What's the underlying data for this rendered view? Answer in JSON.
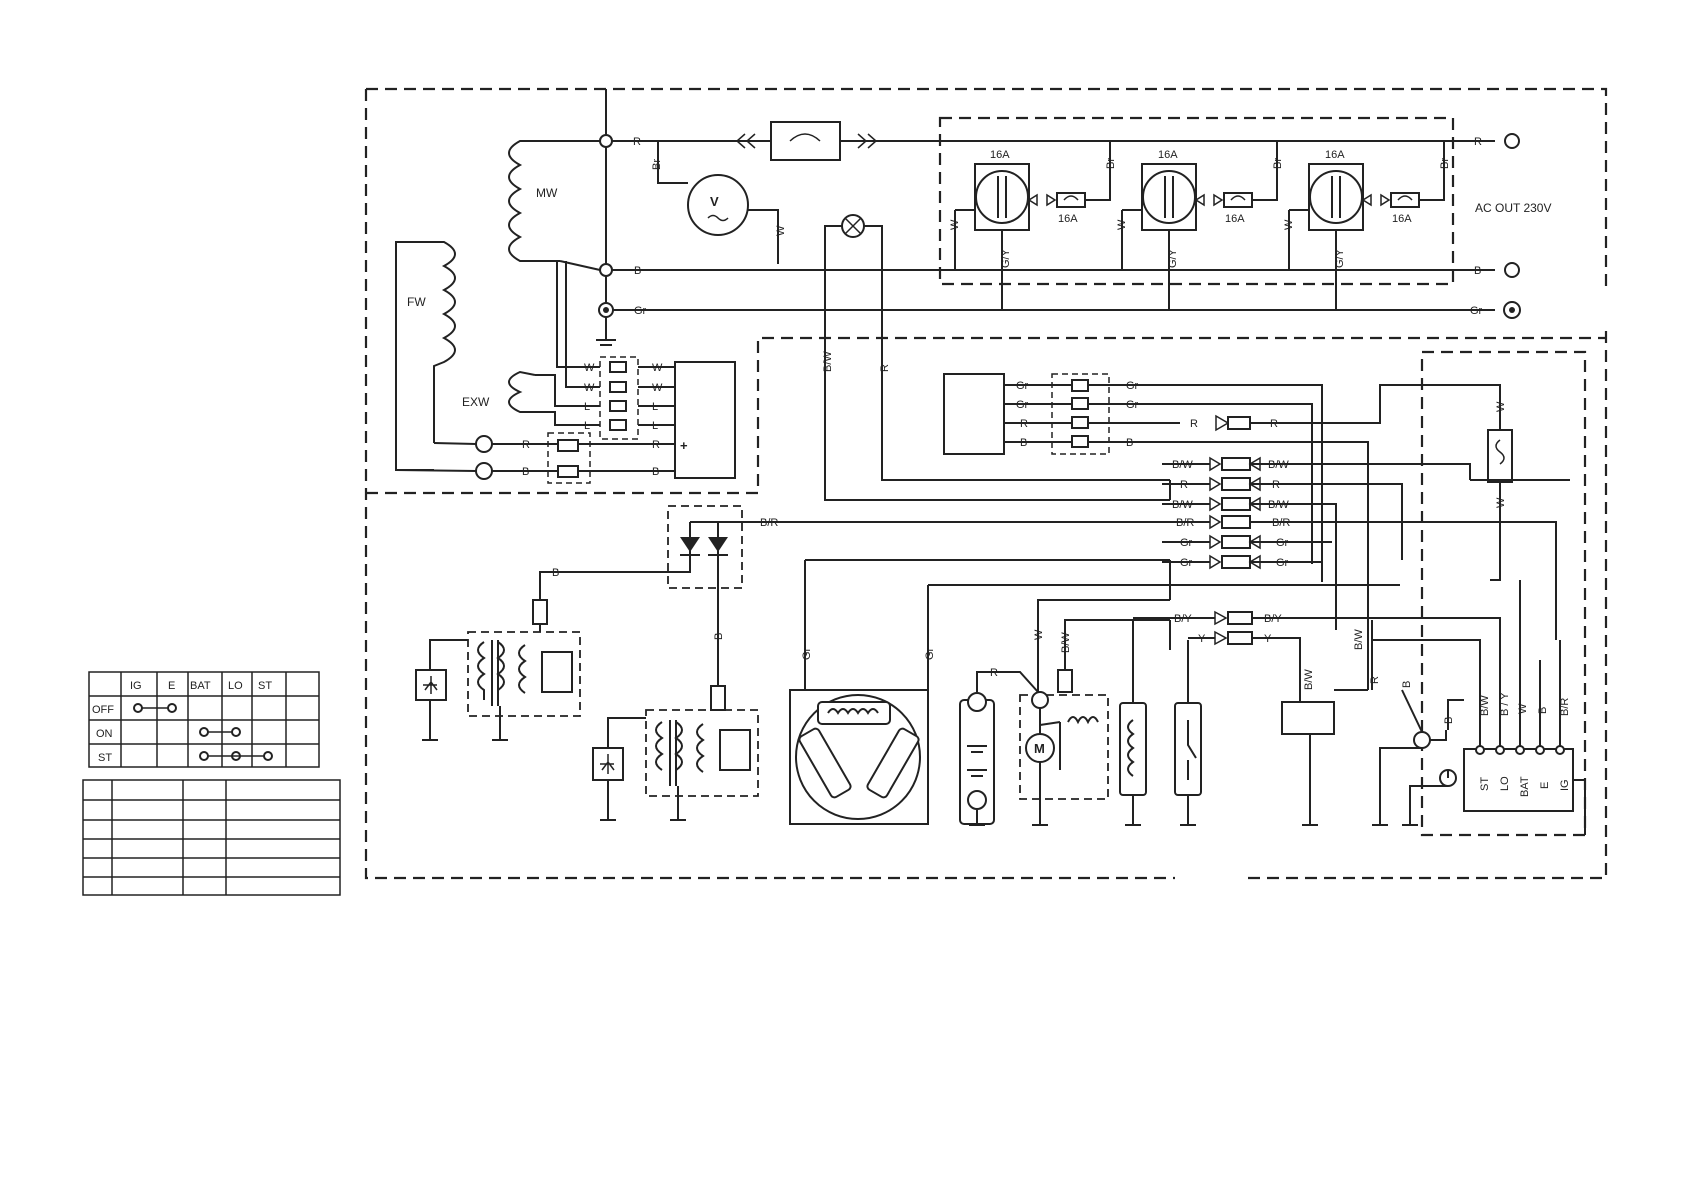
{
  "labels": {
    "mw": "MW",
    "fw": "FW",
    "exw": "EXW",
    "ac_out": "AC OUT 230V",
    "voltmeter": "V",
    "motor": "M",
    "plus": "+"
  },
  "fuses": [
    "16A",
    "16A",
    "16A"
  ],
  "breakers": [
    "16A",
    "16A",
    "16A"
  ],
  "wire_colors": {
    "R": "R",
    "Br": "Br",
    "B": "B",
    "W": "W",
    "Gr": "Gr",
    "L": "L",
    "GY": "G/Y",
    "BW": "B/W",
    "BR": "B/R",
    "BY": "B/Y",
    "Y": "Y"
  },
  "terminal_labels": [
    "ST",
    "LO",
    "BAT",
    "E",
    "IG"
  ],
  "terminal_wires": [
    "B/W",
    "B / Y",
    "W",
    "B",
    "B/R"
  ],
  "switch_table": {
    "columns": [
      "IG",
      "E",
      "BAT",
      "LO",
      "ST"
    ],
    "rows": [
      "OFF",
      "ON",
      "ST"
    ]
  },
  "colors": {
    "ink": "#222222",
    "paper": "#ffffff"
  }
}
